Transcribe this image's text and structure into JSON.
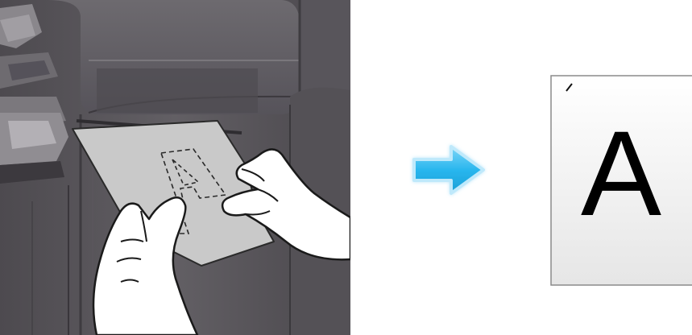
{
  "illustration": {
    "description_step": "remove-sheet-from-finisher",
    "paper_watermark_letter": "A",
    "output_letter": "A",
    "colors": {
      "machine_body": "#5a575b",
      "machine_dark": "#3e3c40",
      "paper": "#c8c8c8",
      "arrow_cyan": "#29b6ee",
      "sheet_border": "#8a8a8a"
    },
    "icons": [
      "finisher-machine-icon",
      "hands-icon",
      "arrow-right-icon",
      "paper-sheet-icon"
    ]
  }
}
